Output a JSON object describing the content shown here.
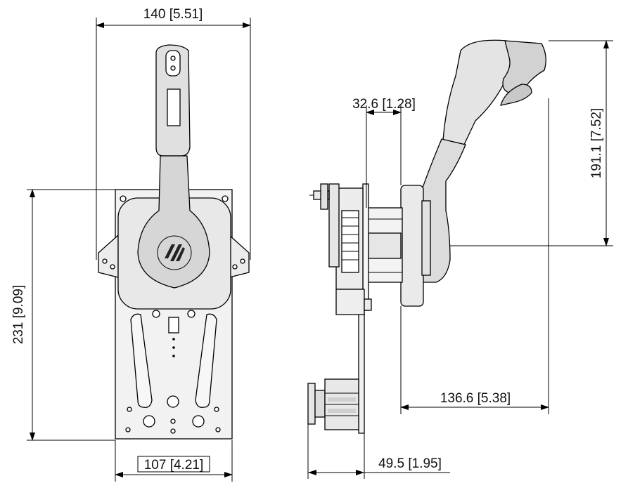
{
  "dimensions": {
    "top_width": "140 [5.51]",
    "left_height": "231 [9.09]",
    "bottom_width": "107 [4.21]",
    "side_plate": "32.6 [1.28]",
    "right_height": "191.1 [7.52]",
    "side_reach": "136.6 [5.38]",
    "side_base": "49.5 [1.95]"
  },
  "colors": {
    "line": "#000000",
    "part_fill": "#e8e8e8",
    "part_dark": "#c8c8c8",
    "background": "#ffffff"
  }
}
